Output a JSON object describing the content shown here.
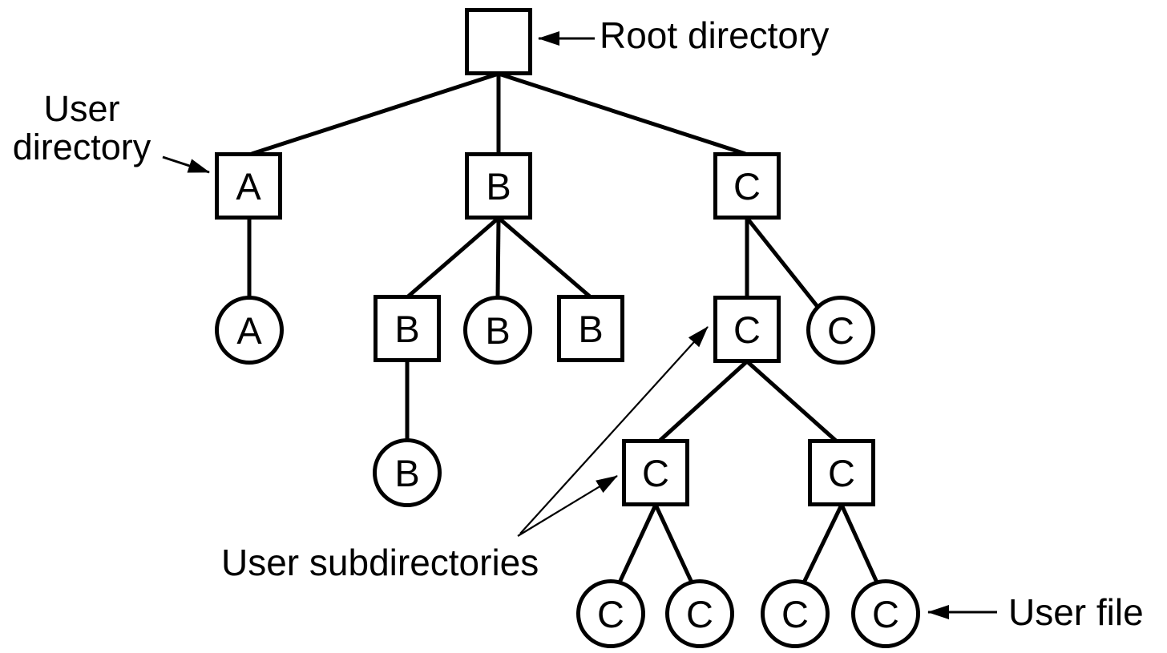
{
  "diagram_type": "hierarchical file system directory tree",
  "colors": {
    "ink": "#000000",
    "background": "#ffffff"
  },
  "labels": {
    "root_directory": "Root directory",
    "user_directory": [
      "User",
      "directory"
    ],
    "user_subdirectories": "User subdirectories",
    "user_file": "User file"
  },
  "legend": {
    "square_means": "directory",
    "circle_means": "file"
  },
  "nodes": [
    {
      "id": "root",
      "shape": "square",
      "label": "",
      "role": "root directory"
    },
    {
      "id": "dir-A",
      "shape": "square",
      "label": "A",
      "role": "user directory"
    },
    {
      "id": "dir-B",
      "shape": "square",
      "label": "B",
      "role": "user directory"
    },
    {
      "id": "dir-C",
      "shape": "square",
      "label": "C",
      "role": "user directory"
    },
    {
      "id": "file-A1",
      "shape": "circle",
      "label": "A",
      "role": "user file"
    },
    {
      "id": "subdir-B1",
      "shape": "square",
      "label": "B",
      "role": "user subdirectory"
    },
    {
      "id": "file-B1",
      "shape": "circle",
      "label": "B",
      "role": "user file"
    },
    {
      "id": "subdir-B2",
      "shape": "square",
      "label": "B",
      "role": "user subdirectory"
    },
    {
      "id": "subdir-C1",
      "shape": "square",
      "label": "C",
      "role": "user subdirectory"
    },
    {
      "id": "file-C1",
      "shape": "circle",
      "label": "C",
      "role": "user file"
    },
    {
      "id": "file-B2",
      "shape": "circle",
      "label": "B",
      "role": "user file"
    },
    {
      "id": "subdir-C2",
      "shape": "square",
      "label": "C",
      "role": "user subdirectory"
    },
    {
      "id": "subdir-C3",
      "shape": "square",
      "label": "C",
      "role": "user subdirectory"
    },
    {
      "id": "file-C2",
      "shape": "circle",
      "label": "C",
      "role": "user file"
    },
    {
      "id": "file-C3",
      "shape": "circle",
      "label": "C",
      "role": "user file"
    },
    {
      "id": "file-C4",
      "shape": "circle",
      "label": "C",
      "role": "user file"
    },
    {
      "id": "file-C5",
      "shape": "circle",
      "label": "C",
      "role": "user file"
    }
  ],
  "edges": [
    [
      "root",
      "dir-A"
    ],
    [
      "root",
      "dir-B"
    ],
    [
      "root",
      "dir-C"
    ],
    [
      "dir-A",
      "file-A1"
    ],
    [
      "dir-B",
      "subdir-B1"
    ],
    [
      "dir-B",
      "file-B1"
    ],
    [
      "dir-B",
      "subdir-B2"
    ],
    [
      "dir-C",
      "subdir-C1"
    ],
    [
      "dir-C",
      "file-C1"
    ],
    [
      "subdir-B1",
      "file-B2"
    ],
    [
      "subdir-C1",
      "subdir-C2"
    ],
    [
      "subdir-C1",
      "subdir-C3"
    ],
    [
      "subdir-C2",
      "file-C2"
    ],
    [
      "subdir-C2",
      "file-C3"
    ],
    [
      "subdir-C3",
      "file-C4"
    ],
    [
      "subdir-C3",
      "file-C5"
    ]
  ]
}
